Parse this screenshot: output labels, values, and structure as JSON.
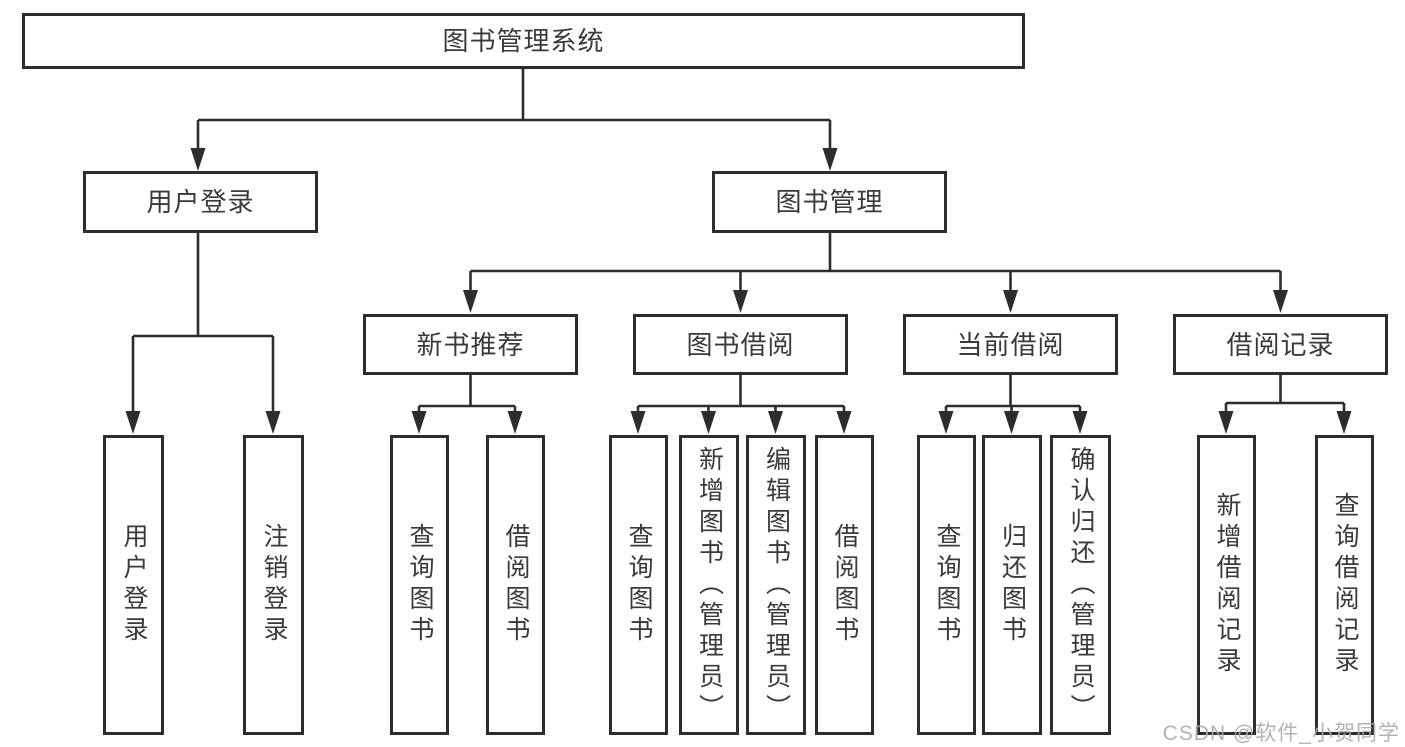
{
  "diagram": {
    "root": "图书管理系统",
    "level2": {
      "user_login": "用户登录",
      "book_management": "图书管理"
    },
    "level3": {
      "new_book_recommend": "新书推荐",
      "book_borrowing": "图书借阅",
      "current_borrowing": "当前借阅",
      "borrowing_records": "借阅记录"
    },
    "leaves": {
      "user_login_leaf": "用户登录",
      "logout": "注销登录",
      "query_books_1": "查询图书",
      "borrow_books_1": "借阅图书",
      "query_books_2": "查询图书",
      "add_books_admin": "新增图书（管理员）",
      "edit_books_admin": "编辑图书（管理员）",
      "borrow_books_2": "借阅图书",
      "query_books_3": "查询图书",
      "return_books": "归还图书",
      "confirm_return_admin": "确认归还（管理员）",
      "add_borrow_record": "新增借阅记录",
      "query_borrow_record": "查询借阅记录"
    },
    "watermark": "CSDN @软件_小贺同学"
  },
  "colors": {
    "line": "#2d2d2d",
    "text": "#3a3a3a",
    "watermark": "#ababab",
    "background": "#ffffff"
  }
}
